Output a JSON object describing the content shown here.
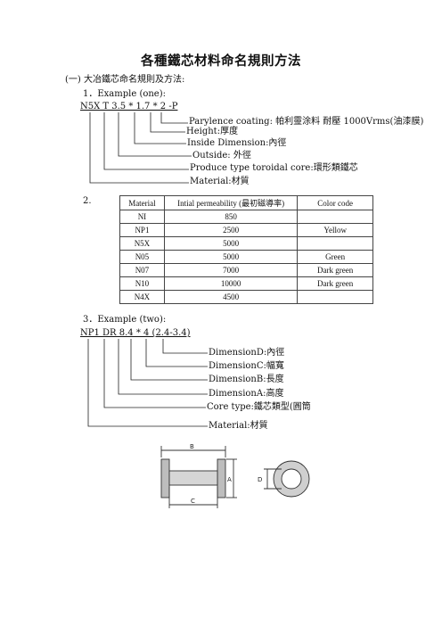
{
  "title": "各種鐵芯材料命名規則方法",
  "section1": "(一) 大冶鐵芯命名規則及方法:",
  "example1": {
    "heading": "1．Example (one):",
    "code": "N5X T 3.5 * 1.7 * 2 -P",
    "labels": [
      "Parylence coating:  帕利靈涂料  耐壓 1000Vrms(油漆膜)",
      "Height:厚度",
      "Inside Dimension:內徑",
      "Outside:  外徑",
      "Produce type toroidal core:環形類鐵芯",
      "Material:材質"
    ]
  },
  "item2": "2.",
  "table": {
    "headers": [
      "Material",
      "Intial permeability (最初磁導率)",
      "Color code"
    ],
    "rows": [
      [
        "NI",
        "850",
        ""
      ],
      [
        "NP1",
        "2500",
        "Yellow"
      ],
      [
        "N5X",
        "5000",
        ""
      ],
      [
        "N05",
        "5000",
        "Green"
      ],
      [
        "N07",
        "7000",
        "Dark green"
      ],
      [
        "N10",
        "10000",
        "Dark green"
      ],
      [
        "N4X",
        "4500",
        ""
      ]
    ]
  },
  "example2": {
    "heading": "3．Example (two):",
    "code": "NP1 DR 8.4 * 4 (2.4-3.4)",
    "labels": [
      "DimensionD:內徑",
      "DimensionC:幅寬",
      "DimensionB:長度",
      "DimensionA:高度",
      "Core type:鐵芯類型(圓筒",
      "Material:材質"
    ]
  },
  "drawing": {
    "dims": [
      "B",
      "A",
      "C",
      "D"
    ]
  }
}
